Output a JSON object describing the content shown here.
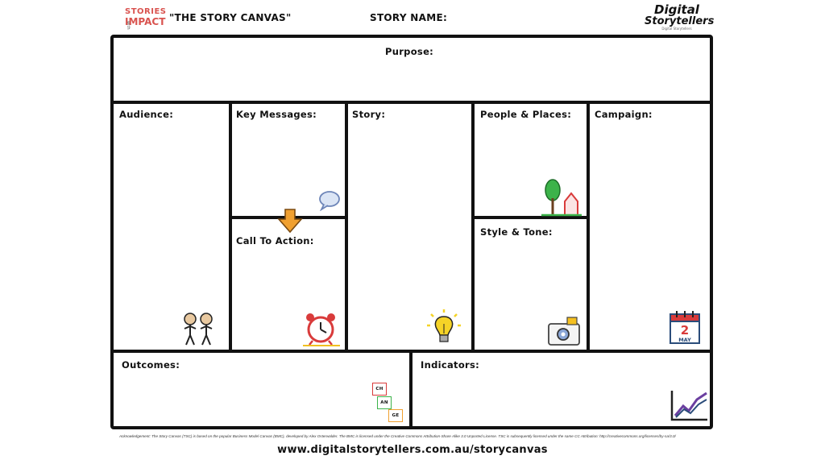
{
  "header": {
    "logo_left_line1": "STORIES",
    "logo_left_with": "with",
    "logo_left_line2": "IMPACT",
    "canvas_title": "\"THE STORY CANVAS\"",
    "story_name_label": "STORY NAME:",
    "logo_right_line1": "Digital",
    "logo_right_line2": "Storytellers",
    "logo_right_tagline": "Digital Storytellers"
  },
  "sections": {
    "purpose": "Purpose:",
    "audience": "Audience:",
    "key_messages": "Key Messages:",
    "call_to_action": "Call To Action:",
    "story": "Story:",
    "people_places": "People & Places:",
    "style_tone": "Style & Tone:",
    "campaign": "Campaign:",
    "outcomes": "Outcomes:",
    "indicators": "Indicators:"
  },
  "icons": {
    "audience": "people-icon",
    "key_messages": "speech-bubble-icon",
    "call_to_action_arrow": "arrow-down-icon",
    "call_to_action": "alarm-clock-icon",
    "story": "lightbulb-icon",
    "people_places": "tree-house-icon",
    "style_tone": "camera-icon",
    "campaign": "calendar-icon",
    "outcomes": "change-blocks-icon",
    "indicators": "line-graph-icon"
  },
  "calendar": {
    "day": "2",
    "month": "MAY"
  },
  "blocks": [
    "CH",
    "AN",
    "GE"
  ],
  "footer": {
    "acknowledgement": "Acknowledgement: The Story Canvas (TSC) is based on the popular Business Model Canvas (BMC), developed by Alex Osterwalder. The BMC is licensed under the Creative Commons Attribution-Share Alike 3.0 Unported License. TSC is subsequently licensed under the same CC Attribution: http://creativecommons.org/licenses/by-sa/3.0/",
    "url": "www.digitalstorytellers.com.au/storycanvas"
  },
  "colors": {
    "accent_red": "#d9534f",
    "arrow_orange": "#f0a030",
    "tree_green": "#3cb34a",
    "bulb_yellow": "#f5d327",
    "calendar_red": "#d93b3b",
    "bubble_blue": "#8aa6d6"
  }
}
